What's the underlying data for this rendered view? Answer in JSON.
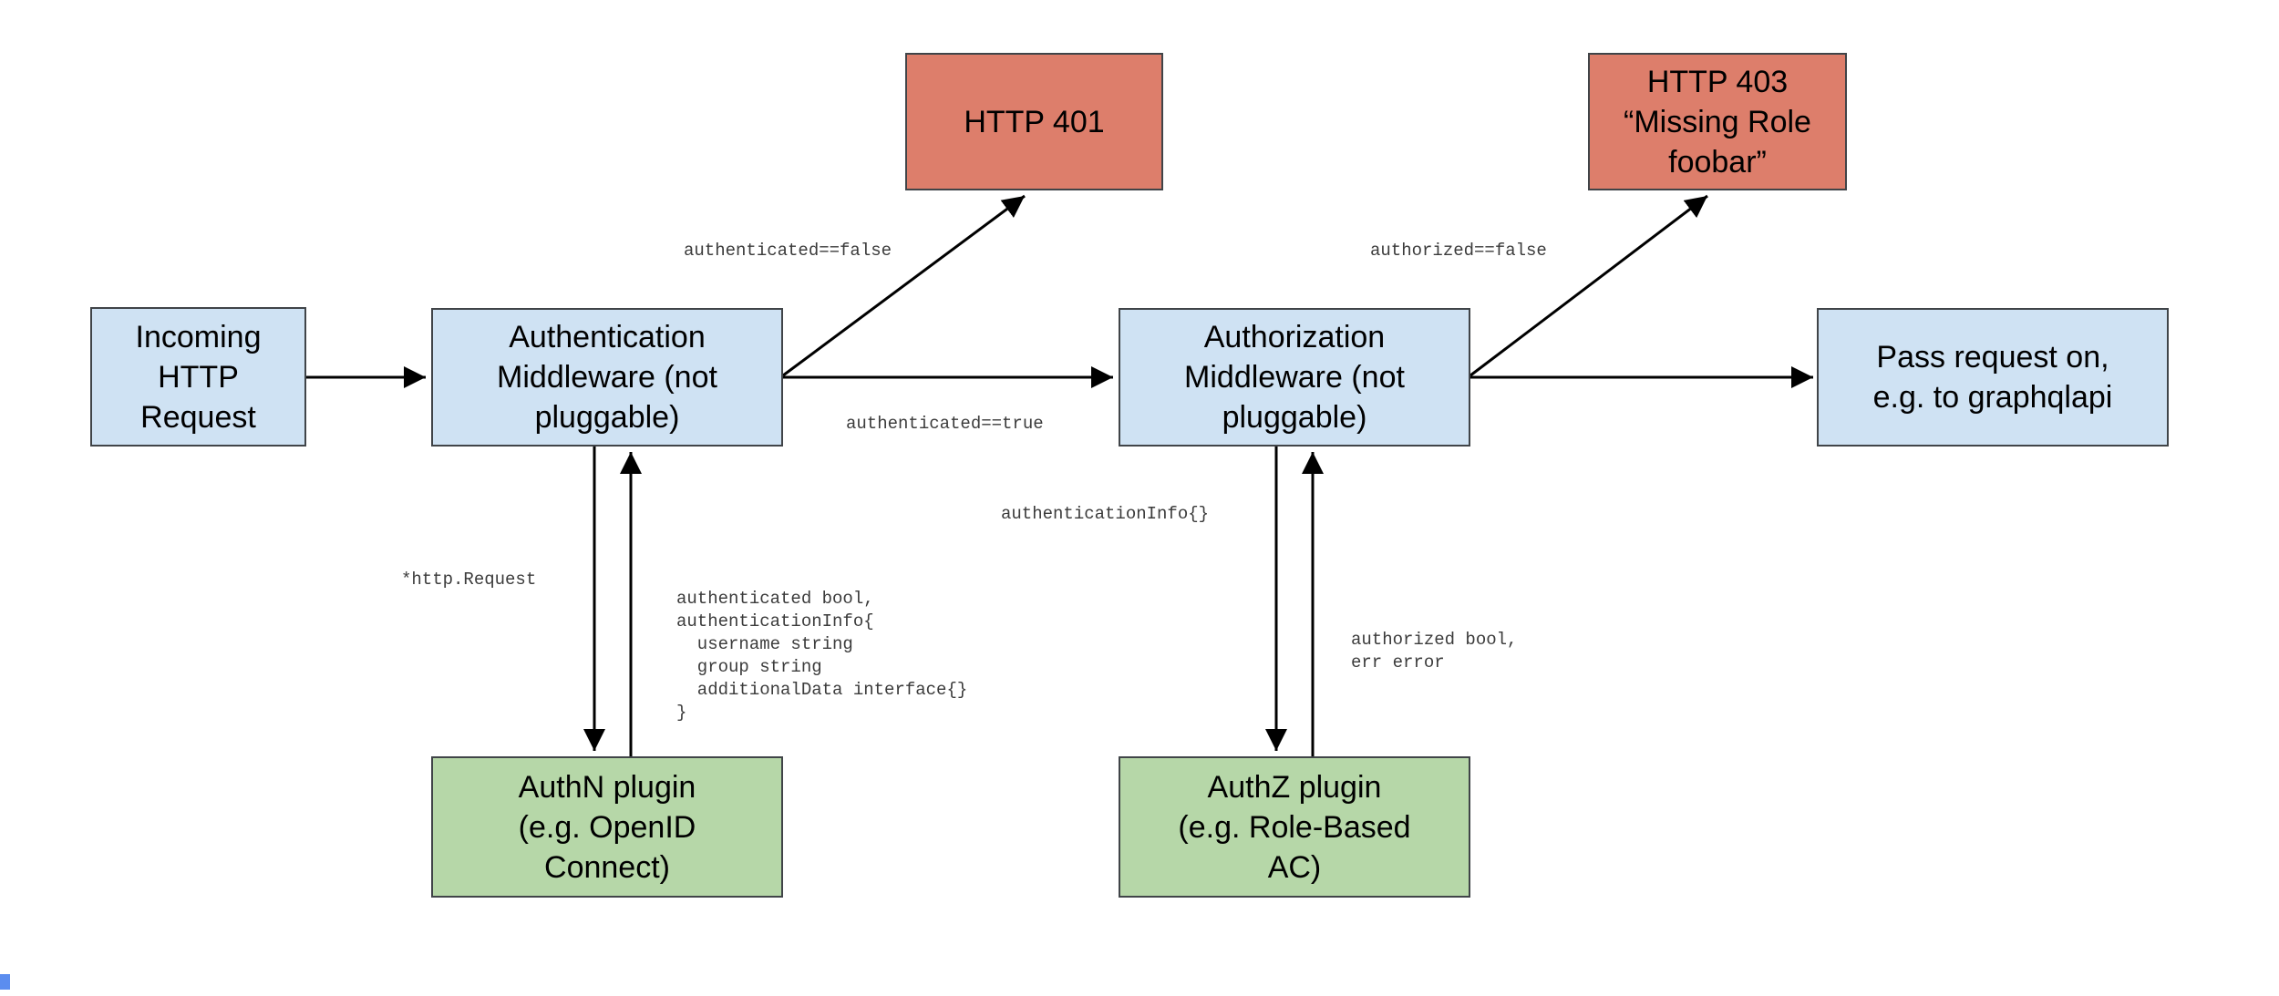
{
  "diagram": {
    "title": "HTTP request authentication / authorization middleware flow",
    "colors": {
      "node_blue_fill": "#cfe2f3",
      "node_red_fill": "#dd7e6b",
      "node_green_fill": "#b6d7a8",
      "node_border": "#404448",
      "arrow": "#000000",
      "edge_label_text": "#3b3b3b",
      "background": "#ffffff"
    },
    "nodes": {
      "incoming_request": {
        "label": "Incoming\nHTTP\nRequest",
        "kind": "blue"
      },
      "authn_middleware": {
        "label": "Authentication\nMiddleware (not\npluggable)",
        "kind": "blue"
      },
      "http_401": {
        "label": "HTTP 401",
        "kind": "red"
      },
      "authz_middleware": {
        "label": "Authorization\nMiddleware (not\npluggable)",
        "kind": "blue"
      },
      "http_403": {
        "label": "HTTP 403\n“Missing Role\nfoobar”",
        "kind": "red"
      },
      "pass_request": {
        "label": "Pass request on,\ne.g. to graphqlapi",
        "kind": "blue"
      },
      "authn_plugin": {
        "label": "AuthN plugin\n(e.g. OpenID\nConnect)",
        "kind": "green"
      },
      "authz_plugin": {
        "label": "AuthZ plugin\n(e.g. Role-Based\nAC)",
        "kind": "green"
      }
    },
    "edge_labels": {
      "authenticated_false": "authenticated==false",
      "authenticated_true": "authenticated==true",
      "authorized_false": "authorized==false",
      "http_request": "*http.Request",
      "authn_plugin_return": "authenticated bool,\nauthenticationInfo{\n  username string\n  group string\n  additionalData interface{}\n}",
      "authentication_info": "authenticationInfo{}",
      "authz_plugin_return": "authorized bool,\nerr error"
    }
  }
}
